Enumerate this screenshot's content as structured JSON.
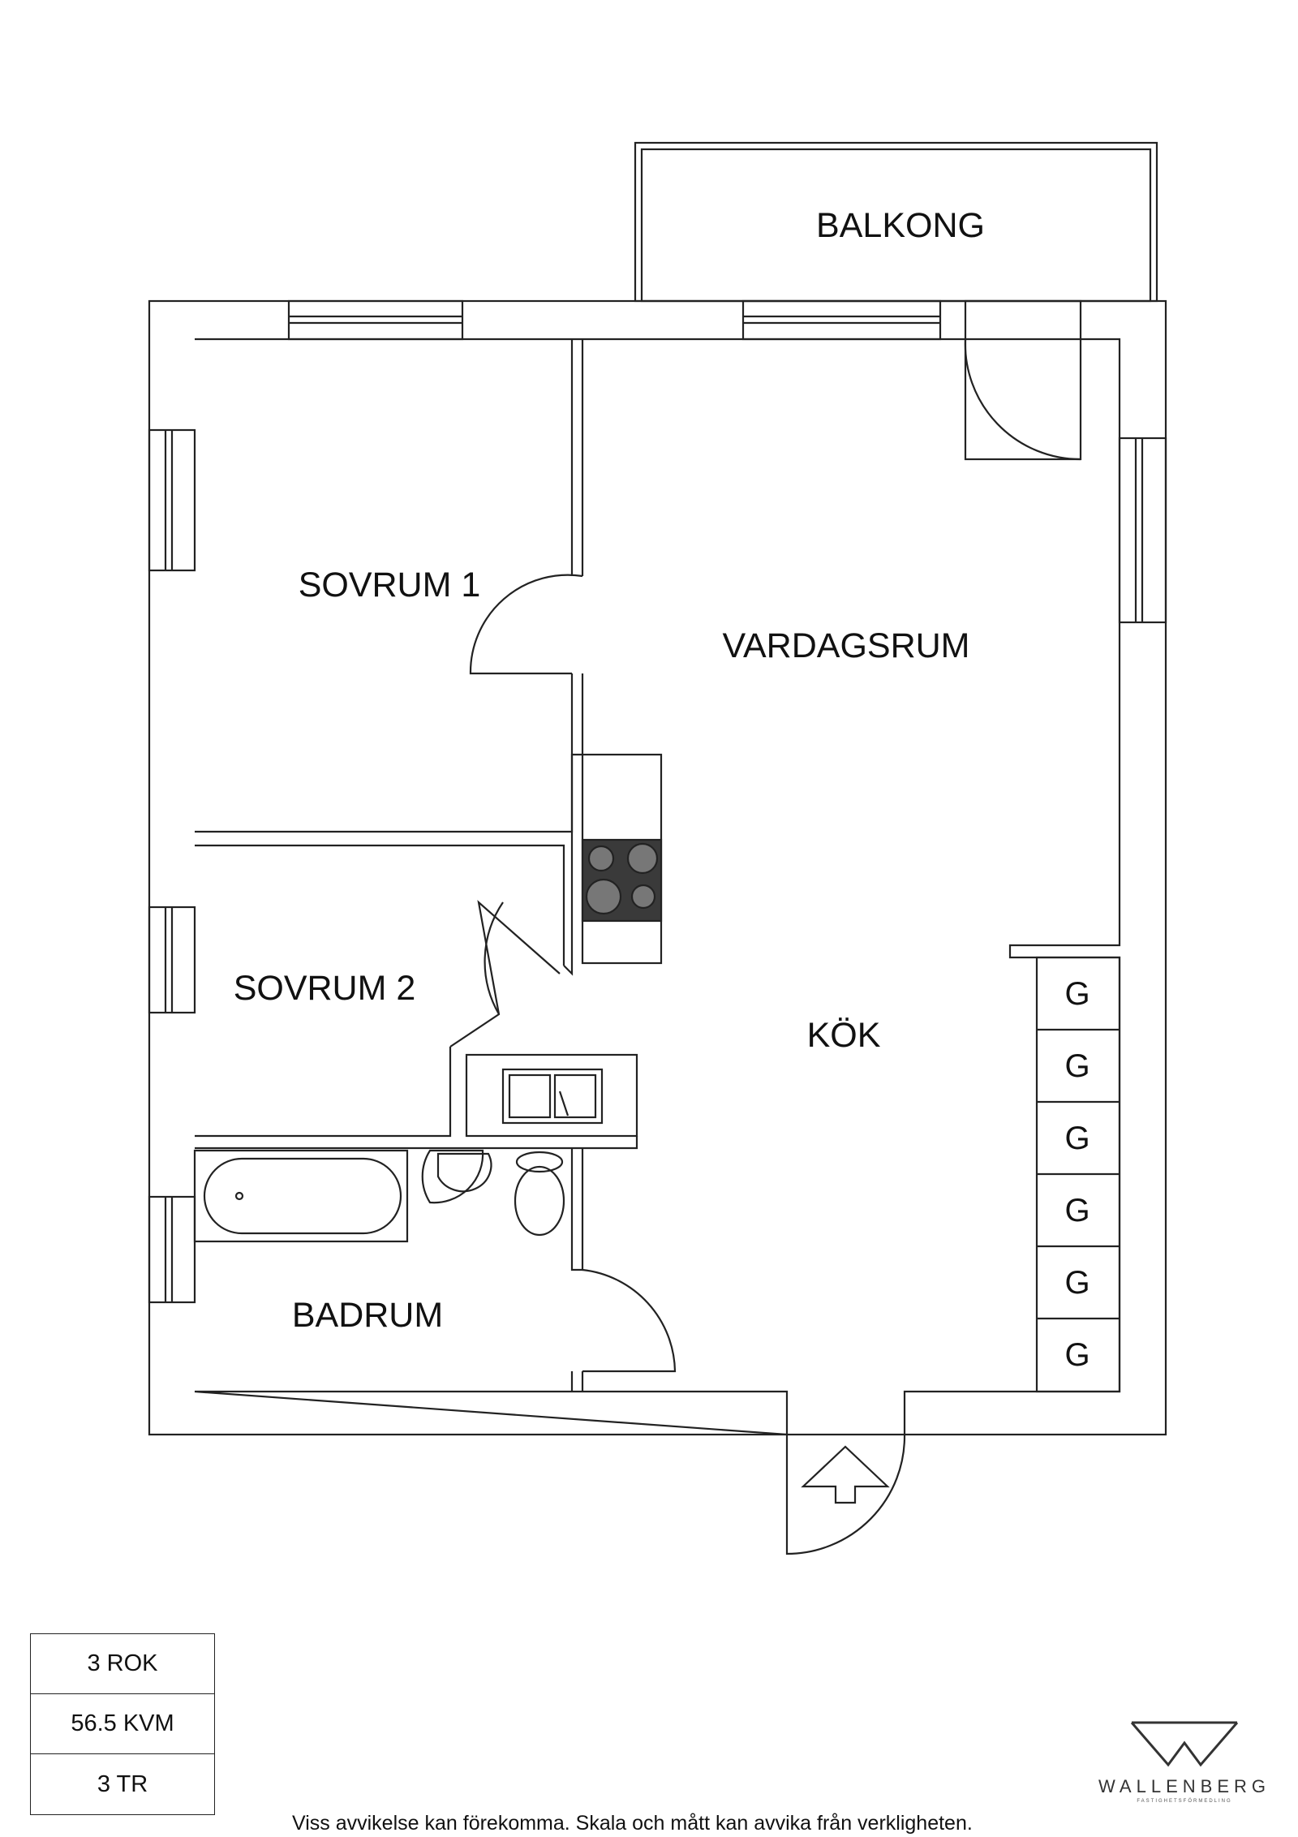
{
  "rooms": {
    "balkong": "BALKONG",
    "sovrum1": "SOVRUM 1",
    "vardagsrum": "VARDAGSRUM",
    "sovrum2": "SOVRUM 2",
    "kok": "KÖK",
    "badrum": "BADRUM"
  },
  "cabinets": [
    "G",
    "G",
    "G",
    "G",
    "G",
    "G"
  ],
  "info": {
    "rooms_count": "3 ROK",
    "area": "56.5 KVM",
    "floor": "3 TR"
  },
  "disclaimer": "Viss avvikelse kan förekomma. Skala och mått kan avvika från verkligheten.",
  "logo": {
    "name": "WALLENBERG",
    "sub": "FASTIGHETSFÖRMEDLING"
  }
}
